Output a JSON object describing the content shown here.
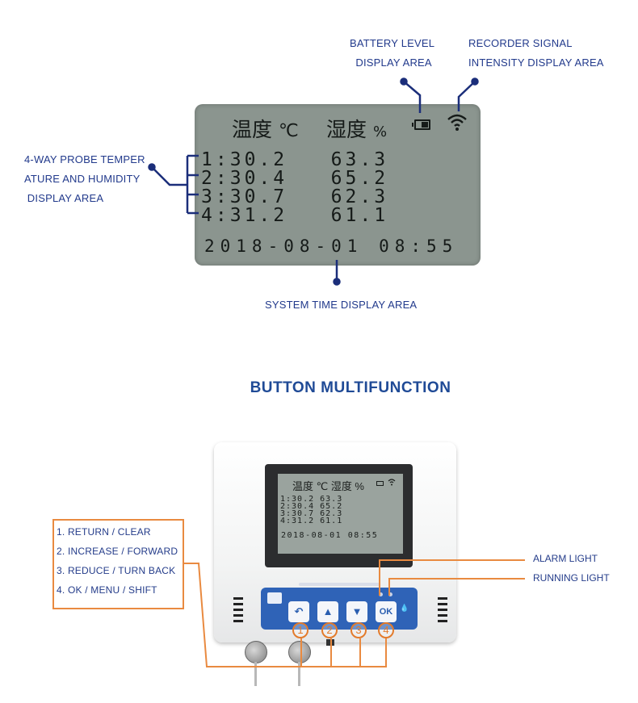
{
  "labels": {
    "battery": [
      "BATTERY LEVEL",
      "DISPLAY AREA"
    ],
    "signal": [
      "RECORDER SIGNAL",
      "INTENSITY DISPLAY AREA"
    ],
    "probe": [
      "4-WAY PROBE TEMPER",
      "ATURE AND HUMIDITY",
      " DISPLAY AREA"
    ],
    "system_time": "SYSTEM TIME DISPLAY AREA"
  },
  "lcd": {
    "temp_label": "温度",
    "temp_unit": "℃",
    "hum_label": "湿度",
    "hum_unit": "%",
    "rows": [
      {
        "channel": "1",
        "temp": "30.2",
        "hum": "63.3"
      },
      {
        "channel": "2",
        "temp": "30.4",
        "hum": "65.2"
      },
      {
        "channel": "3",
        "temp": "30.7",
        "hum": "62.3"
      },
      {
        "channel": "4",
        "temp": "31.2",
        "hum": "61.1"
      }
    ],
    "datetime": "2018-08-01 08:55"
  },
  "section_title": "BUTTON MULTIFUNCTION",
  "device": {
    "header": "温度 ℃  湿度 %",
    "rows": [
      "1:30.2   63.3",
      "2:30.4   65.2",
      "3:30.7   62.3",
      "4:31.2   61.1"
    ],
    "datetime": "2018-08-01 08:55",
    "ok_label": "OK",
    "button_numbers": [
      "1",
      "2",
      "3",
      "4"
    ]
  },
  "functions": [
    "1. RETURN / CLEAR",
    "2. INCREASE / FORWARD",
    "3. REDUCE / TURN BACK",
    "4. OK / MENU / SHIFT"
  ],
  "lights": {
    "alarm": "ALARM LIGHT",
    "running": "RUNNING LIGHT"
  },
  "colors": {
    "label_blue": "#223a8c",
    "callout_navy": "#1b2e7a",
    "callout_orange": "#e98a40",
    "lcd_green_gray": "#8b958f",
    "panel_blue": "#2f63b7"
  }
}
